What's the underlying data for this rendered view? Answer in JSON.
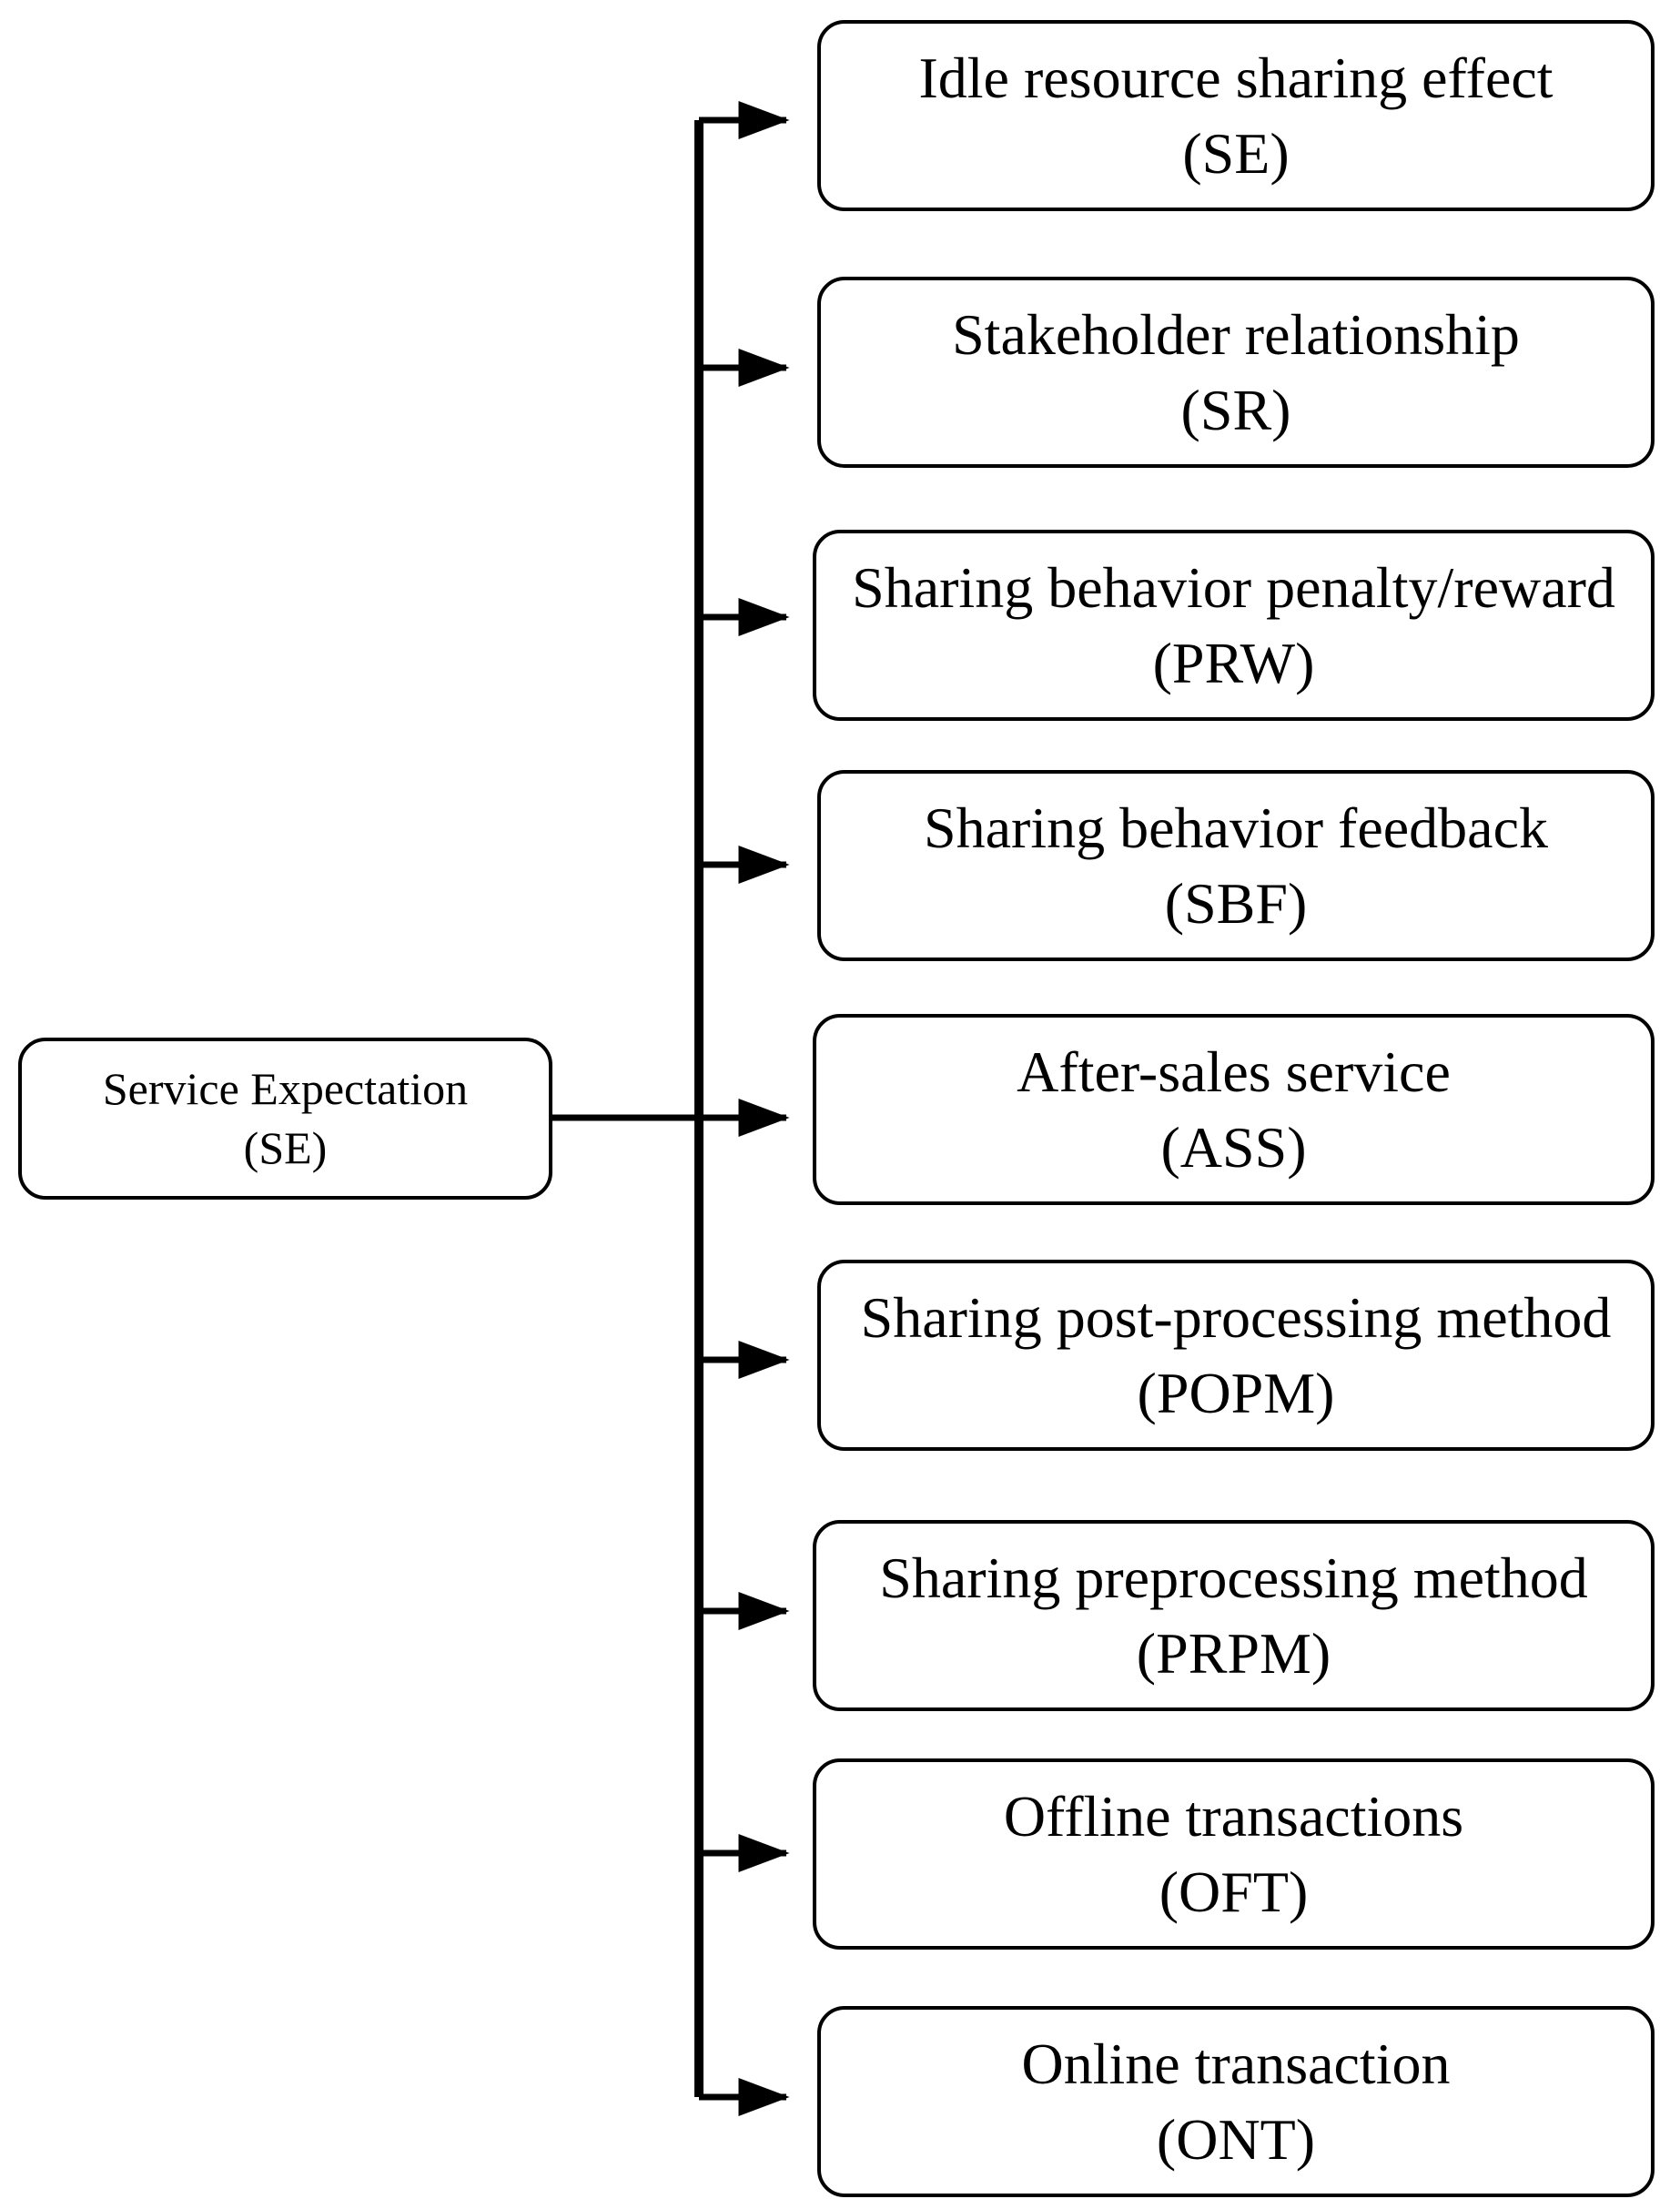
{
  "root": {
    "label": "Service Expectation",
    "abbr": "(SE)"
  },
  "children": [
    {
      "label": "Idle resource sharing effect",
      "abbr": "(SE)"
    },
    {
      "label": "Stakeholder relationship",
      "abbr": "(SR)"
    },
    {
      "label": "Sharing behavior penalty/reward",
      "abbr": "(PRW)"
    },
    {
      "label": "Sharing behavior feedback",
      "abbr": "(SBF)"
    },
    {
      "label": "After-sales service",
      "abbr": "(ASS)"
    },
    {
      "label": "Sharing post-processing method",
      "abbr": "(POPM)"
    },
    {
      "label": "Sharing preprocessing method",
      "abbr": "(PRPM)"
    },
    {
      "label": "Offline transactions",
      "abbr": "(OFT)"
    },
    {
      "label": "Online transaction",
      "abbr": "(ONT)"
    }
  ]
}
